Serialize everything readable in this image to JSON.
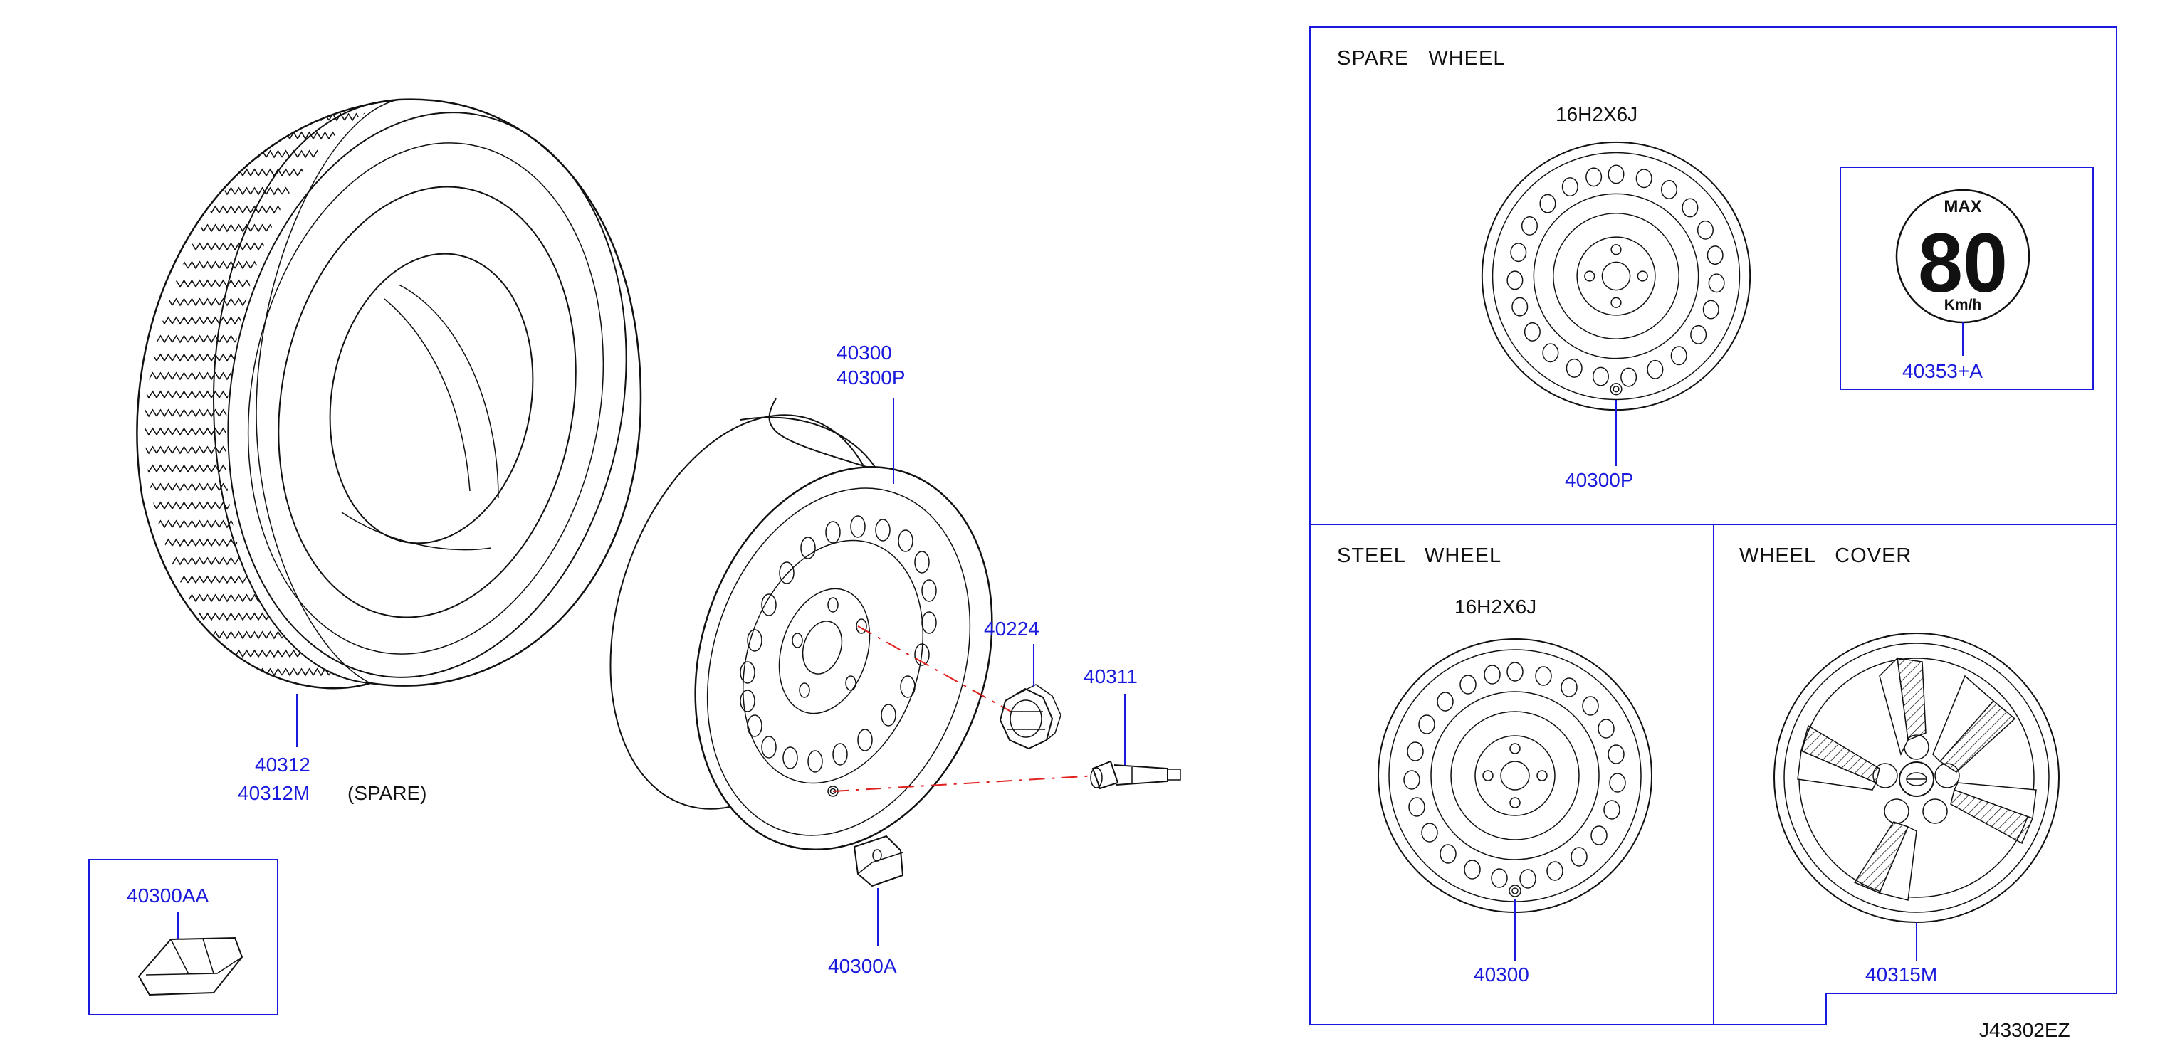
{
  "tire": {
    "part_number": "40312",
    "part_number_alt": "40312M",
    "note": "(SPARE)"
  },
  "wheel_main": {
    "part_number": "40300",
    "part_number_alt": "40300P"
  },
  "wheel_nut": {
    "part_number": "40224"
  },
  "valve": {
    "part_number": "40311"
  },
  "balance_weight": {
    "part_number": "40300A"
  },
  "weight_kit": {
    "part_number": "40300AA"
  },
  "spare_panel": {
    "title": "SPARE   WHEEL",
    "size": "16H2X6J",
    "wheel_part": "40300P",
    "label_part": "40353+A",
    "speed_label": {
      "max": "MAX",
      "value": "80",
      "unit": "Km/h"
    }
  },
  "steel_panel": {
    "title": "STEEL   WHEEL",
    "size": "16H2X6J",
    "wheel_part": "40300"
  },
  "cover_panel": {
    "title": "WHEEL   COVER",
    "part": "40315M"
  },
  "diagram_code": "J43302EZ",
  "colors": {
    "callout": "#1a1adc",
    "centerline": "#e0201e",
    "ink": "#111111"
  }
}
